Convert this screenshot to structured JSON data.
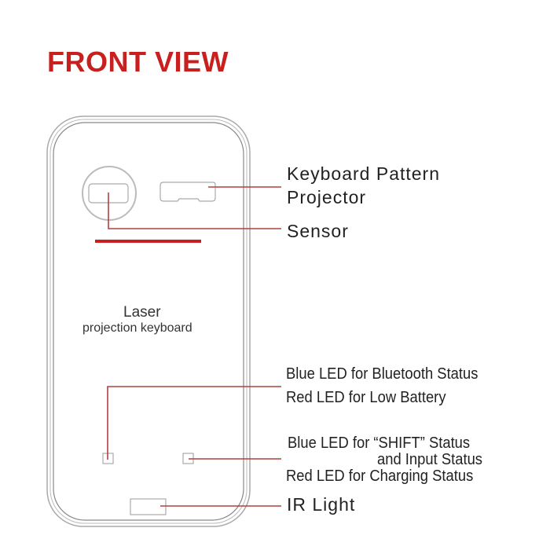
{
  "title": "FRONT VIEW",
  "device": {
    "name": "Laser",
    "subtitle": "projection keyboard"
  },
  "callouts": {
    "projector": {
      "line1": "Keyboard Pattern",
      "line2": "Projector"
    },
    "sensor": "Sensor",
    "led_left": {
      "line1": "Blue LED for Bluetooth Status",
      "line2": "Red LED for Low Battery"
    },
    "led_right": {
      "line1": "Blue LED for “SHIFT” Status",
      "line2": "and  Input Status",
      "line3": "Red LED for Charging Status"
    },
    "ir": "IR Light"
  },
  "colors": {
    "accent": "#c8201f",
    "outline": "#9a9a9a"
  }
}
